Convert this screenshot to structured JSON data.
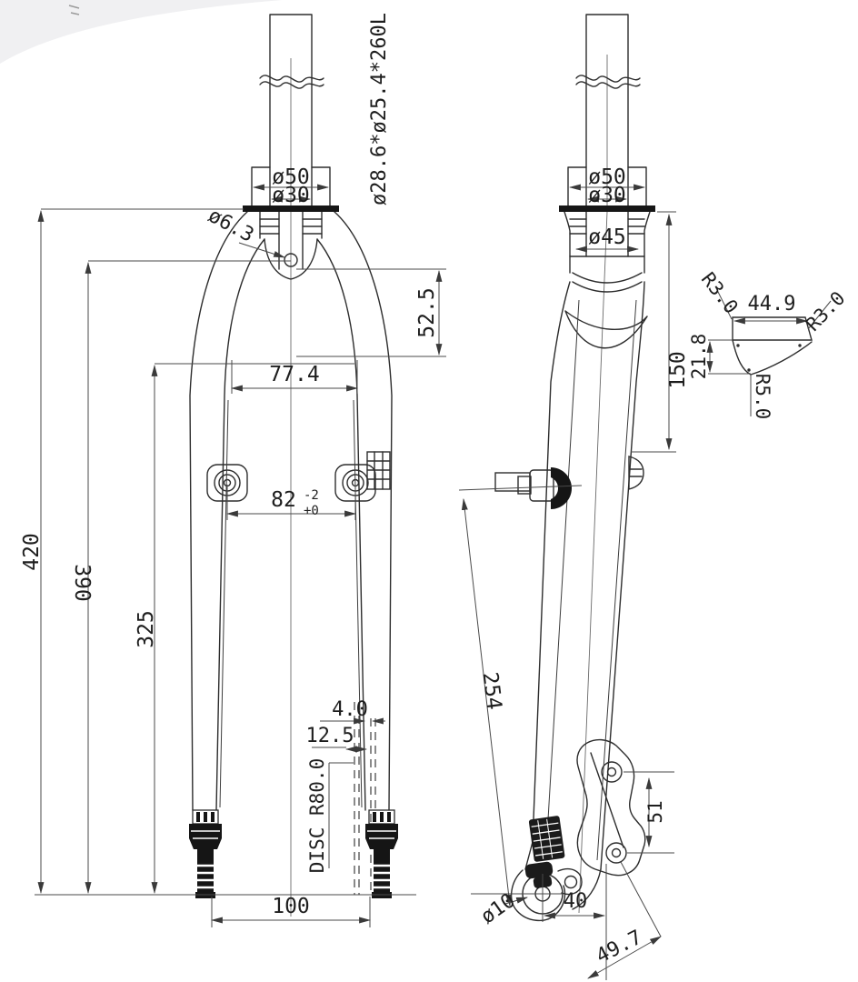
{
  "drawing": {
    "colors": {
      "ink": "#2d2d2d",
      "paper": "#ffffff",
      "backdrop": "#f0f0f2"
    },
    "front": {
      "steerer_spec": "ø28.6*ø25.4*260L",
      "crown_dia_top": "ø50",
      "crown_dia_inner": "ø30",
      "hole_dia": "ø6.3",
      "crown_drop": "52.5",
      "arch_width": "77.4",
      "boss_spacing": "82",
      "boss_spacing_tol_upper": "-2",
      "boss_spacing_tol_lower": "+0",
      "len_420": "420",
      "len_390": "390",
      "len_325": "325",
      "gap_4": "4.0",
      "gap_12_5": "12.5",
      "disc_note": "DISC R80.0",
      "dropout_spacing": "100"
    },
    "side": {
      "crown_dia_top": "ø50",
      "crown_dia_inner": "ø30",
      "crown_dia_45": "ø45",
      "len_150": "150",
      "len_254": "254",
      "disc_hole_spacing": "51",
      "axle_dia": "ø10",
      "offset_40": "40",
      "len_49_7": "49.7"
    },
    "detail": {
      "width_44_9": "44.9",
      "radius_top_left": "R3.0",
      "radius_top_right": "R3.0",
      "height_21_8": "21.8",
      "radius_bottom": "R5.0"
    }
  }
}
